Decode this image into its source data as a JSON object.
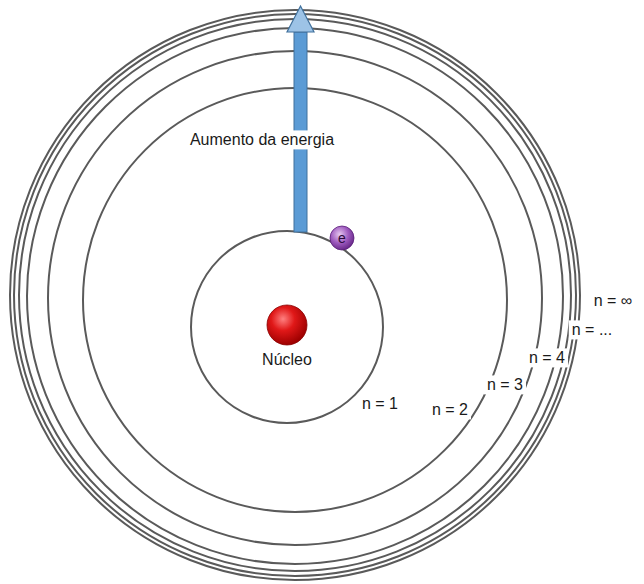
{
  "diagram": {
    "nodes": [
      {
        "text": [
          "Núcleo"
        ]
      },
      {
        "text": [
          "e"
        ]
      }
    ],
    "labels": [
      "Aumento da energia",
      "n = 1",
      "n = 2",
      "n = 3",
      "n = 4",
      "n = ...",
      "n = ∞"
    ]
  }
}
